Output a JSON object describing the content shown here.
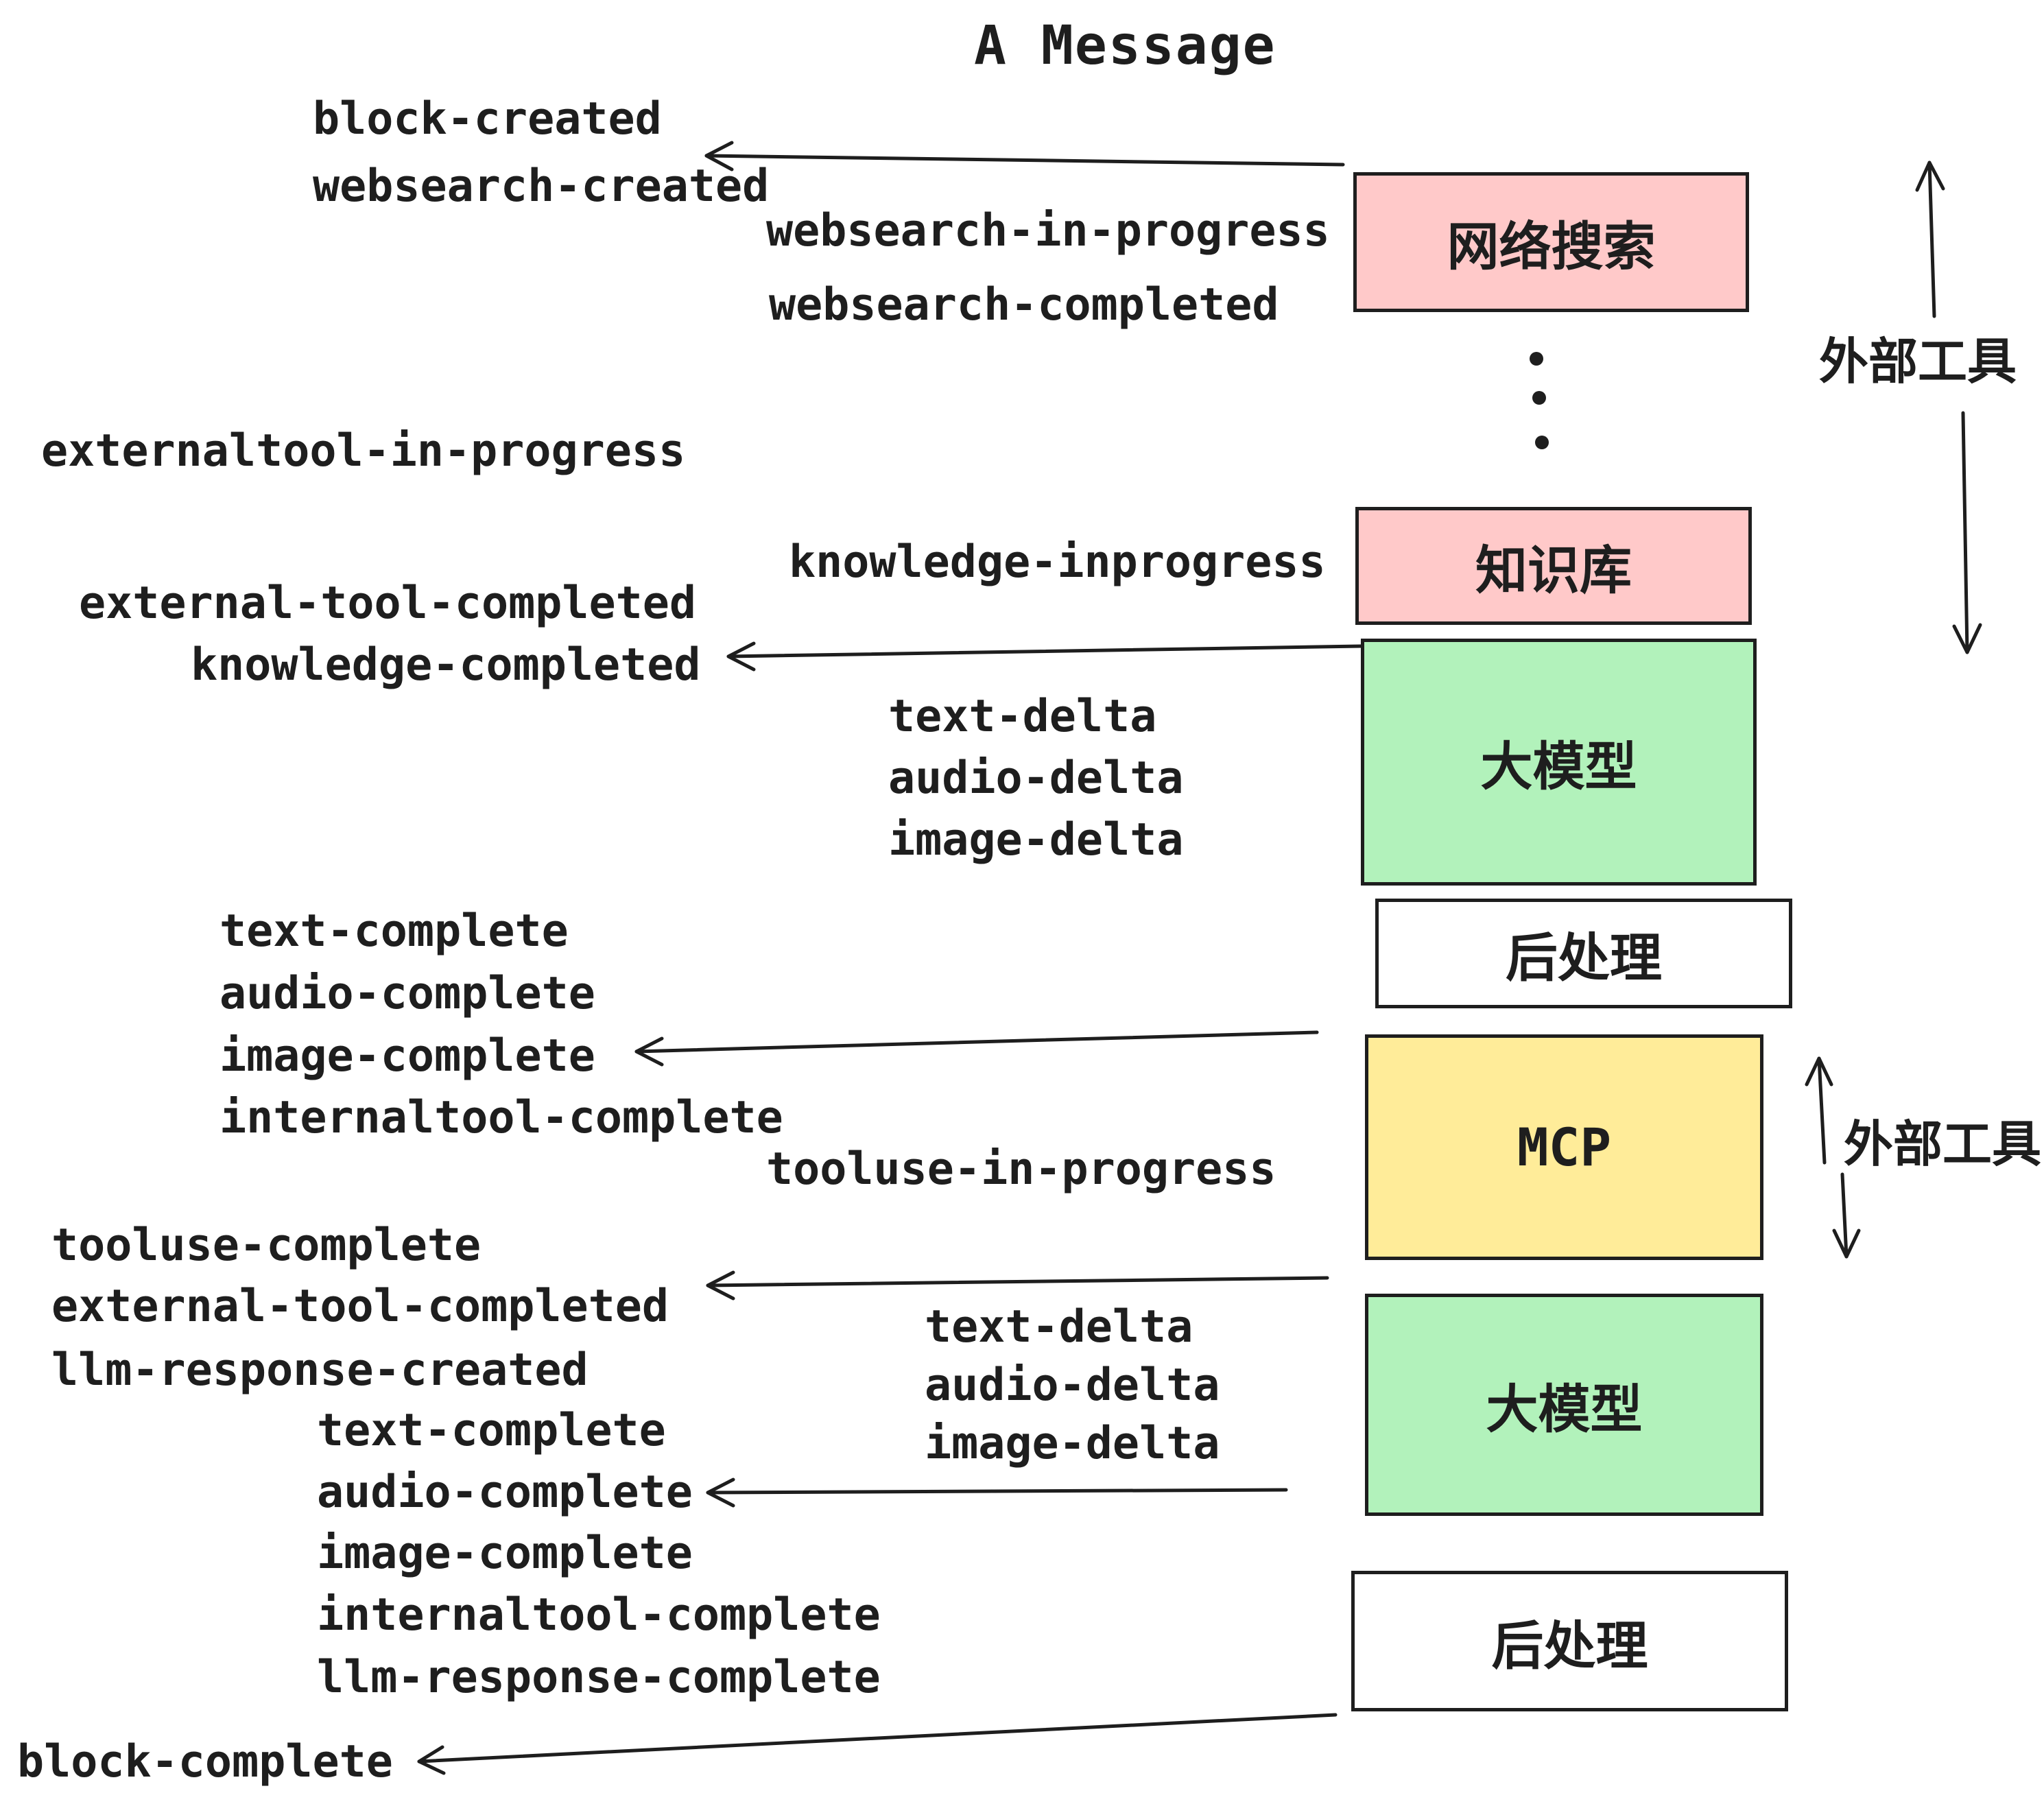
{
  "title": "A Message",
  "colors": {
    "stroke": "#1e1e1e",
    "pink": "#ffc9c9",
    "green": "#b2f2bb",
    "yellow": "#ffec99",
    "white": "#ffffff"
  },
  "events": {
    "block_created": "block-created",
    "websearch_created": "websearch-created",
    "websearch_in_progress": "websearch-in-progress",
    "websearch_completed": "websearch-completed",
    "externaltool_in_progress": "externaltool-in-progress",
    "knowledge_inprogress": "knowledge-inprogress",
    "external_tool_completed_1": "external-tool-completed",
    "knowledge_completed": "knowledge-completed",
    "text_delta_1": "text-delta",
    "audio_delta_1": "audio-delta",
    "image_delta_1": "image-delta",
    "text_complete_1": "text-complete",
    "audio_complete_1": "audio-complete",
    "image_complete_1": "image-complete",
    "internaltool_complete_1": "internaltool-complete",
    "tooluse_in_progress": "tooluse-in-progress",
    "tooluse_complete": "tooluse-complete",
    "external_tool_completed_2": "external-tool-completed",
    "llm_response_created": "llm-response-created",
    "text_delta_2": "text-delta",
    "audio_delta_2": "audio-delta",
    "image_delta_2": "image-delta",
    "text_complete_2": "text-complete",
    "audio_complete_2": "audio-complete",
    "image_complete_2": "image-complete",
    "internaltool_complete_2": "internaltool-complete",
    "llm_response_complete": "llm-response-complete",
    "block_complete": "block-complete"
  },
  "boxes": {
    "websearch": "网络搜索",
    "knowledge": "知识库",
    "llm_1": "大模型",
    "postprocess_1": "后处理",
    "mcp": "MCP",
    "llm_2": "大模型",
    "postprocess_2": "后处理"
  },
  "annotations": {
    "external_tools_1": "外部工具",
    "external_tools_2": "外部工具"
  }
}
